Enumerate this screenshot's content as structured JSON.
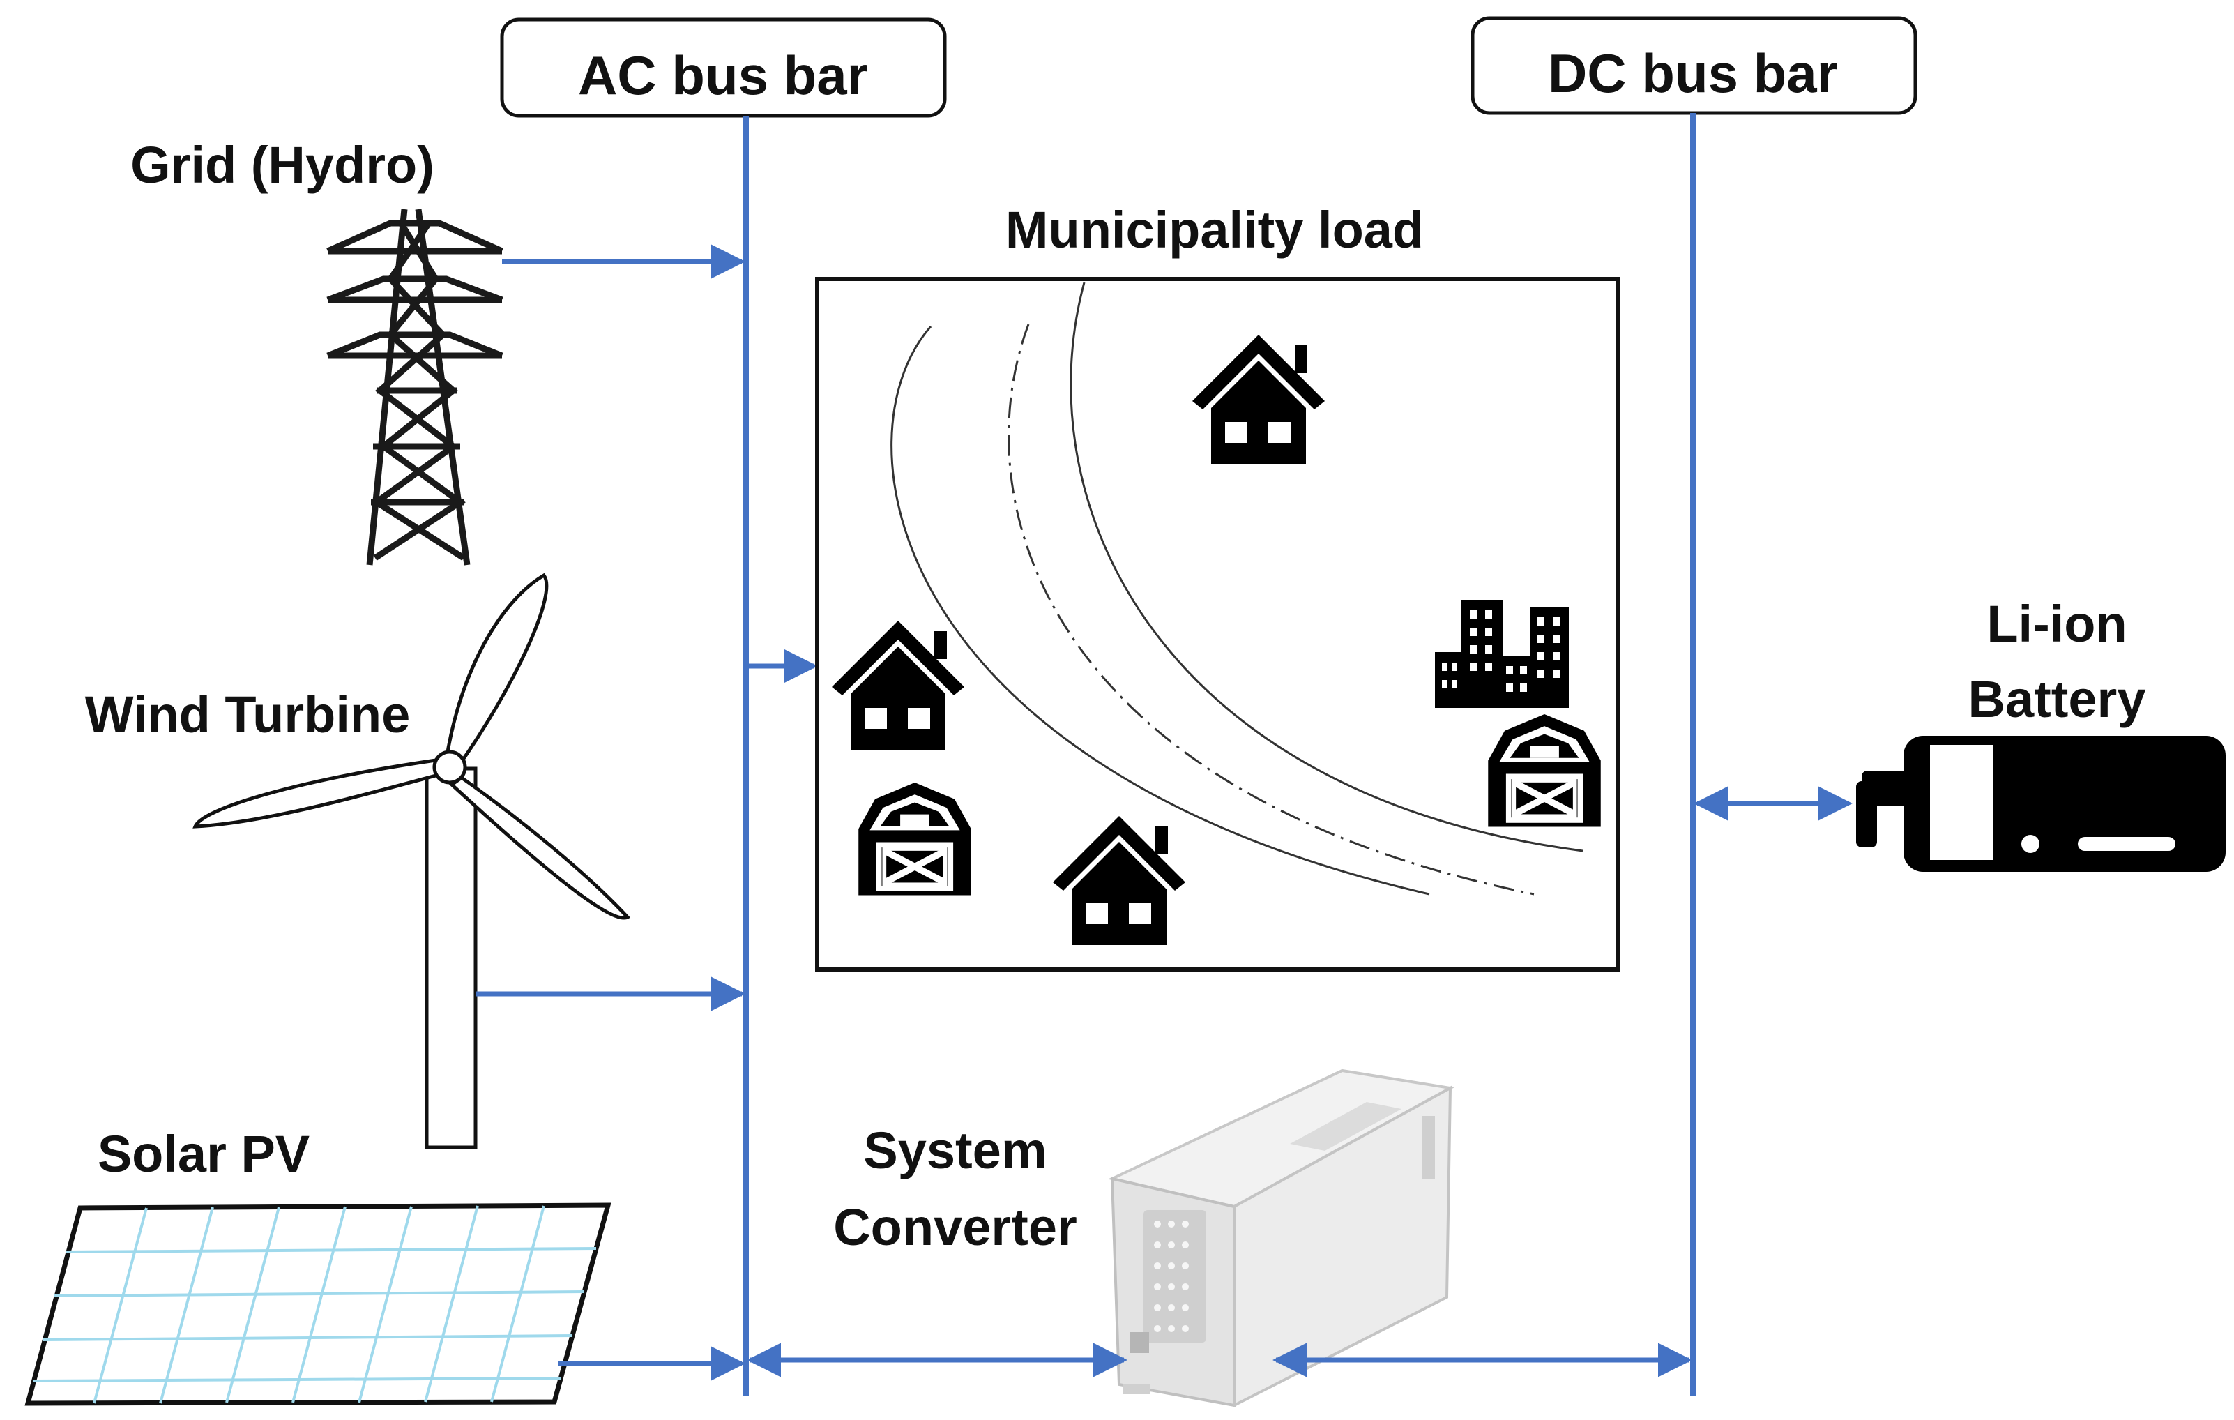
{
  "labels": {
    "ac_bus": "AC bus bar",
    "dc_bus": "DC bus bar",
    "grid": "Grid (Hydro)",
    "wind": "Wind Turbine",
    "solar": "Solar PV",
    "load": "Municipality load",
    "battery_line1": "Li-ion",
    "battery_line2": "Battery",
    "converter_line1": "System",
    "converter_line2": "Converter"
  },
  "colors": {
    "bus": "#4472c4",
    "ink": "#111111",
    "panel_grid": "#9fd9ec"
  },
  "icons": [
    "transmission-tower-icon",
    "wind-turbine-icon",
    "solar-panel-icon",
    "house-icon",
    "barn-icon",
    "city-buildings-icon",
    "battery-icon",
    "converter-icon"
  ]
}
